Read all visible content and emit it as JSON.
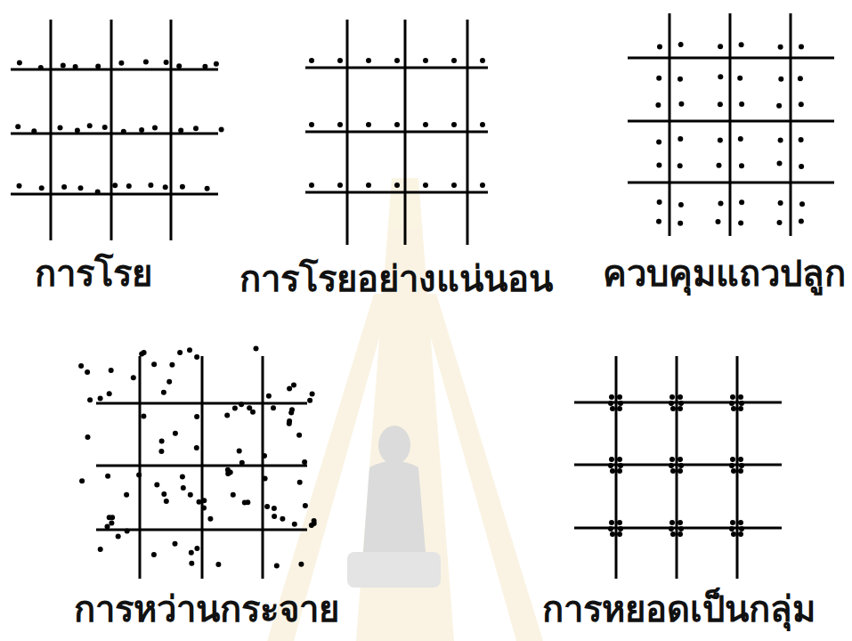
{
  "diagram": {
    "labels": [
      "การโรย",
      "การโรยอย่างแน่นอน",
      "ควบคุมแถวปลูก",
      "การหว่านกระจาย",
      "การหยอดเป็นกลุ่ม"
    ]
  }
}
